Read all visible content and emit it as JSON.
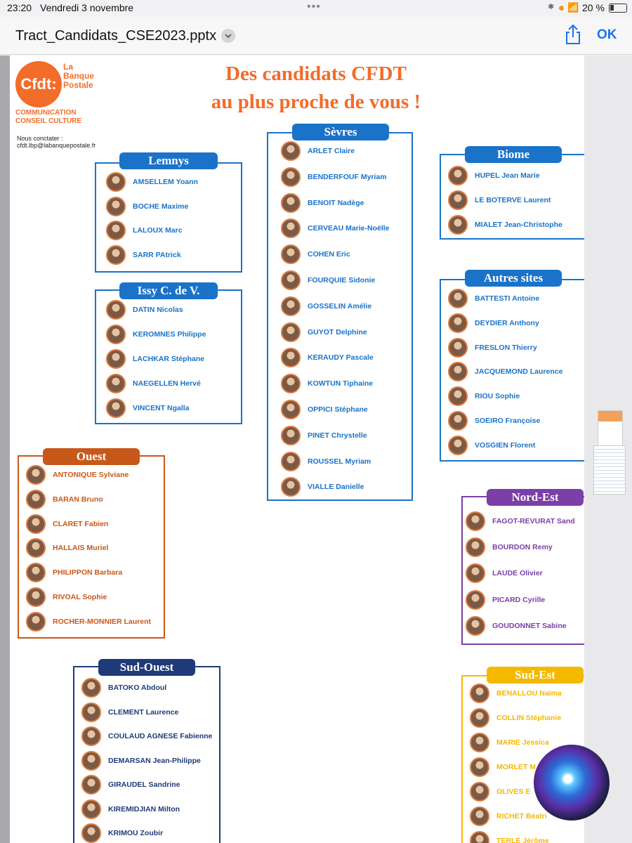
{
  "status": {
    "time": "23:20",
    "date": "Vendredi 3 novembre",
    "battery": "20 %"
  },
  "titlebar": {
    "filename": "Tract_Candidats_CSE2023.pptx",
    "ok_label": "OK",
    "share_icon": "share-icon",
    "chevron_icon": "chevron-down-icon"
  },
  "slide": {
    "logo": {
      "circle": "Cfdt:",
      "brand": "La Banque Postale",
      "subtitle_1": "COMMUNICATION",
      "subtitle_2": "CONSEIL CULTURE"
    },
    "contact_1": "Nous conctater :",
    "contact_2": "cfdt.lbp@labanquepostale.fr",
    "headline_1": "Des candidats CFDT",
    "headline_2": "au plus proche de vous !",
    "groups": {
      "lemnys": {
        "title": "Lemnys",
        "people": [
          "AMSELLEM Yoann",
          "BOCHE Maxime",
          "LALOUX Marc",
          "SARR PAtrick"
        ]
      },
      "issy": {
        "title": "Issy C. de V.",
        "people": [
          "DATIN Nicolas",
          "KEROMNES Philippe",
          "LACHKAR Stéphane",
          "NAEGELLEN Hervé",
          "VINCENT Ngalla"
        ]
      },
      "sevres": {
        "title": "Sèvres",
        "people": [
          "ARLET Claire",
          "BENDERFOUF Myriam",
          "BENOIT Nadège",
          "CERVEAU Marie-Noëlle",
          "COHEN Eric",
          "FOURQUIE Sidonie",
          "GOSSELIN Amélie",
          "GUYOT Delphine",
          "KERAUDY Pascale",
          "KOWTUN Tiphaine",
          "OPPICI Stéphane",
          "PINET Chrystelle",
          "ROUSSEL Myriam",
          "VIALLE Danielle"
        ]
      },
      "biome": {
        "title": "Biome",
        "people": [
          "HUPEL Jean Marie",
          "LE BOTERVE Laurent",
          "MIALET Jean-Christophe"
        ]
      },
      "autres": {
        "title": "Autres sites",
        "people": [
          "BATTESTI Antoine",
          "DEYDIER Anthony",
          "FRESLON Thierry",
          "JACQUEMOND Laurence",
          "RIOU Sophie",
          "SOEIRO Françoise",
          "VOSGIEN Florent"
        ]
      },
      "ouest": {
        "title": "Ouest",
        "people": [
          "ANTONIQUE Sylviane",
          "BARAN Bruno",
          "CLARET Fabien",
          "HALLAIS  Muriel",
          "PHILIPPON Barbara",
          "RIVOAL Sophie",
          "ROCHER-MONNIER Laurent"
        ]
      },
      "nordest": {
        "title": "Nord-Est",
        "people": [
          "FAGOT-REVURAT Sand",
          "BOURDON Remy",
          "LAUDE Olivier",
          "PICARD Cyrille",
          "GOUDONNET Sabine"
        ]
      },
      "sudouest": {
        "title": "Sud-Ouest",
        "people": [
          "BATOKO Abdoul",
          "CLEMENT Laurence",
          "COULAUD AGNESE Fabienne",
          "DEMARSAN Jean-Philippe",
          "GIRAUDEL Sandrine",
          "KIREMIDJIAN Milton",
          "KRIMOU Zoubir"
        ]
      },
      "sudest": {
        "title": "Sud-Est",
        "people": [
          "BENALLOU Naïma",
          "COLLIN Stéphanie",
          "MARIE Jessica",
          "MORLET M",
          "OLIVES E",
          "RICHET Béatri",
          "TERLE Jérôme"
        ]
      }
    }
  },
  "colors": {
    "orange": "#f26c2a",
    "blue": "#1a73c8",
    "navy": "#1f3a78",
    "purple": "#7b3fa8",
    "yellow": "#f5b800",
    "ouest": "#c8581a"
  }
}
